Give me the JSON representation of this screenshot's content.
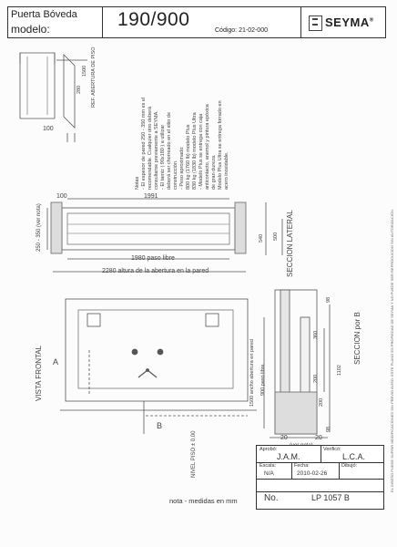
{
  "header": {
    "product": "Puerta Bóveda",
    "model_label": "modelo:",
    "model": "190/900",
    "code": "Código: 21-02-000",
    "brand": "SEYMA",
    "brand_mark": "®"
  },
  "labels": {
    "ref_abertura": "REF. ABERTURA DE PISO",
    "dim_100_top": "100",
    "dim_1500": "1500",
    "dim_280": "280",
    "dim_100_side": "100",
    "dim_1991": "1991",
    "dim_100_b": "100",
    "dim_250_350": "250 - 350 (ver nota)",
    "dim_1980": "1980 paso libre",
    "dim_2280": "2280 altura de la abertura en la pared",
    "dim_540": "540",
    "dim_500": "500",
    "seccion_lateral": "SECCION LATERAL",
    "vista_frontal": "VISTA FRONTAL",
    "seccion_b": "SECCION por B",
    "dim_98": "98",
    "dim_1102": "1102",
    "dim_360": "360",
    "dim_200a": "200",
    "dim_200b": "200",
    "dim_900": "900 paso libre",
    "dim_1500_ancho": "1500 ancho abertura en pared",
    "dim_20a": "20",
    "dim_20b": "20",
    "dim_98b": "98",
    "ver_nota": "(ver nota)",
    "a_arrow": "A",
    "b_arrow": "B",
    "nivel_piso": "NIVEL PISO ± 0.00",
    "notes_title": "Notas",
    "notes": [
      "- El espesor de pared 250 - 350 mm es el",
      "recomendable. Cualquier otro deberá",
      "consultarse previamente a SEYMA.",
      "- El tamiz ( 90x180 ) a utilizar",
      "deberá ser chorreado en el sitio de",
      "construcción.",
      "- Peso aproximado:",
      "800 kg (1760 lb) modelo Plus",
      "830 kg (1830 lb) modelo Plus Ultra",
      "- Modelo Plus se entrega con caja",
      "anticontacto, anemol y pintura epóxica",
      "de gran dureza.",
      "Modelo Plus Ultra se entrega forrado en",
      "acero inoxidable."
    ]
  },
  "title_block": {
    "aprobo_label": "Aprobó:",
    "aprobo": "J.A.M.",
    "verifico_label": "Verificó:",
    "verifico": "L.C.A.",
    "escala_label": "Escala:",
    "escala": "N/A",
    "fecha_label": "Fecha:",
    "fecha": "2010-02-26",
    "dibujo_label": "Dibujó:",
    "dibujo": "",
    "no_label": "No.",
    "number": "LP 1057 B"
  },
  "footer": {
    "note": "nota - medidas en mm"
  },
  "side_text": "EL DISEÑO PUEDE SUFRIR MODIFICACIONES SIN PREVIO AVISO. ESTE PLANO ES PROPIEDAD DE SEYMA Y NO PUEDE SER REPRODUCIDO SIN AUTORIZACIÓN."
}
